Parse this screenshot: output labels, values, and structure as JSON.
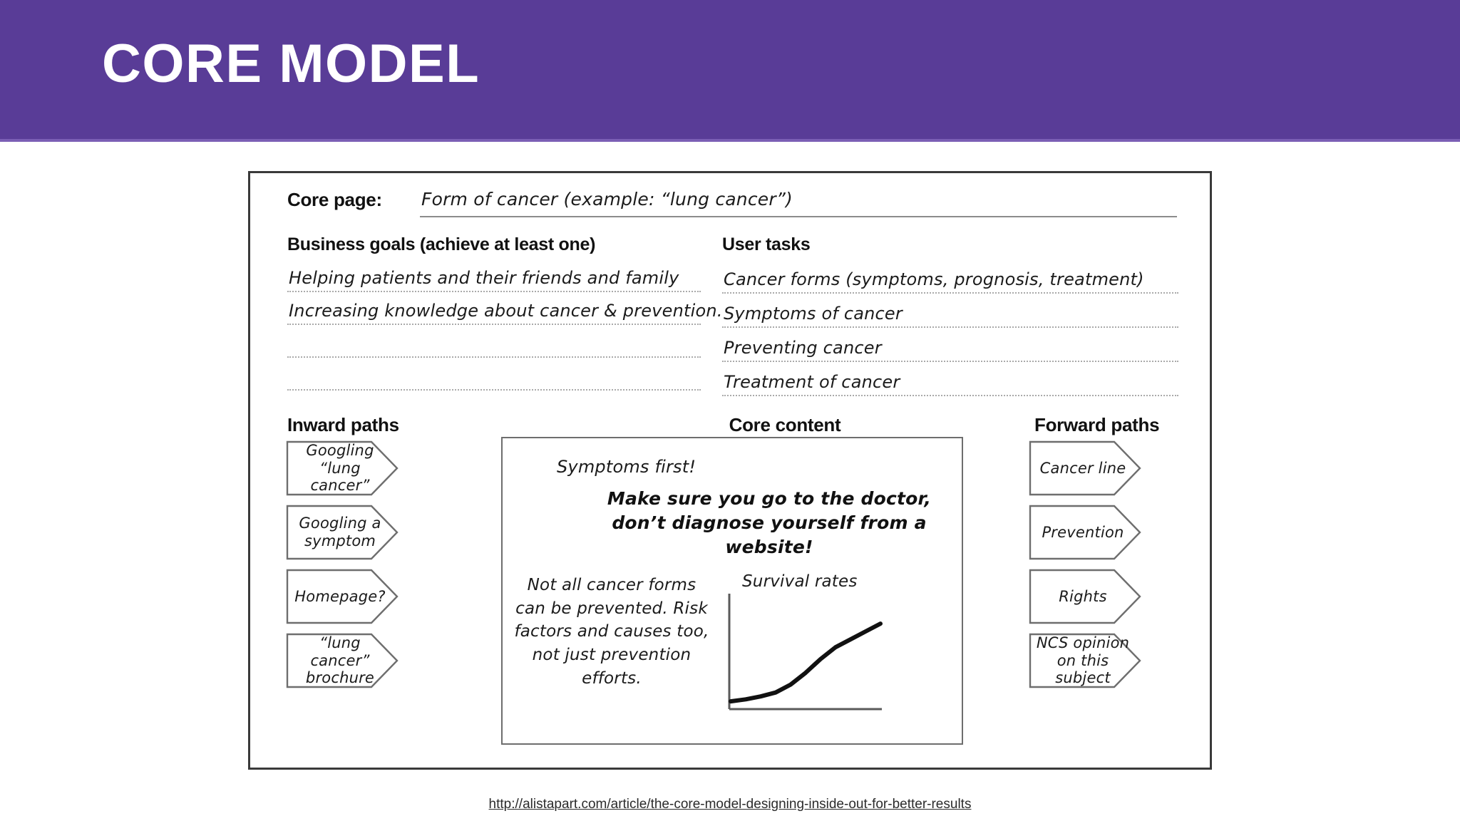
{
  "slide": {
    "title": "CORE MODEL",
    "header_color": "#593C97",
    "header_underline_color": "#7B5FB5",
    "source_url": "http://alistapart.com/article/the-core-model-designing-inside-out-for-better-results"
  },
  "core_page": {
    "label": "Core page:",
    "value": "Form of cancer (example: “lung cancer”)"
  },
  "business_goals": {
    "heading": "Business goals (achieve at least one)",
    "entries": [
      "Helping patients and their friends and family",
      "Increasing knowledge about cancer & prevention.",
      "",
      ""
    ]
  },
  "user_tasks": {
    "heading": "User tasks",
    "entries": [
      "Cancer forms (symptoms, prognosis, treatment)",
      "Symptoms of cancer",
      "Preventing cancer",
      "Treatment of cancer"
    ]
  },
  "inward_paths": {
    "heading": "Inward paths",
    "items": [
      "Googling “lung cancer”",
      "Googling a symptom",
      "Homepage?",
      "“lung cancer” brochure"
    ]
  },
  "forward_paths": {
    "heading": "Forward paths",
    "items": [
      "Cancer line",
      "Prevention",
      "Rights",
      "NCS opinion on this subject"
    ]
  },
  "core_content": {
    "heading": "Core content",
    "line_1": "Symptoms first!",
    "line_2": "Make sure you go to the doctor,\ndon’t diagnose yourself from a website!",
    "paragraph": "Not all cancer forms can be prevented. Risk factors and causes too, not just prevention efforts."
  },
  "chart_data": {
    "type": "line",
    "title": "Survival rates",
    "xlabel": "",
    "ylabel": "",
    "x": [
      0,
      1,
      2,
      3,
      4,
      5,
      6,
      7,
      8,
      9,
      10
    ],
    "values": [
      5,
      7,
      10,
      14,
      22,
      34,
      48,
      60,
      68,
      76,
      84
    ],
    "xlim": [
      0,
      10
    ],
    "ylim": [
      0,
      100
    ],
    "grid": false,
    "legend": "none",
    "tick_labels": []
  }
}
